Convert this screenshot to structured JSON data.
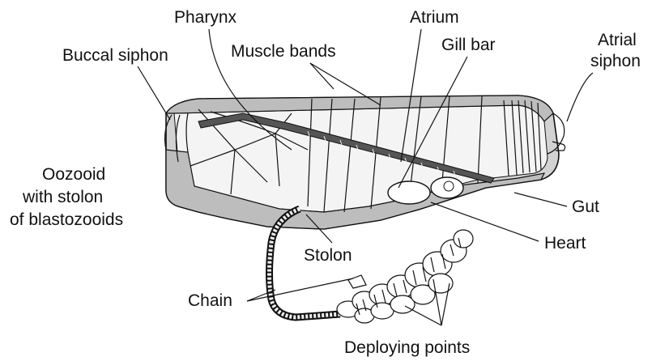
{
  "labels": {
    "pharynx": "Pharynx",
    "atrium": "Atrium",
    "buccal_siphon": "Buccal siphon",
    "muscle_bands": "Muscle bands",
    "gill_bar": "Gill bar",
    "atrial_siphon_1": "Atrial",
    "atrial_siphon_2": "siphon",
    "oozooid_1": "Oozooid",
    "oozooid_2": "with stolon",
    "oozooid_3": "of blastozooids",
    "gut": "Gut",
    "heart": "Heart",
    "stolon": "Stolon",
    "chain": "Chain",
    "deploying_points": "Deploying points"
  },
  "colors": {
    "ink": "#111111",
    "body_fill": "#bdbdbd",
    "background": "#ffffff"
  }
}
